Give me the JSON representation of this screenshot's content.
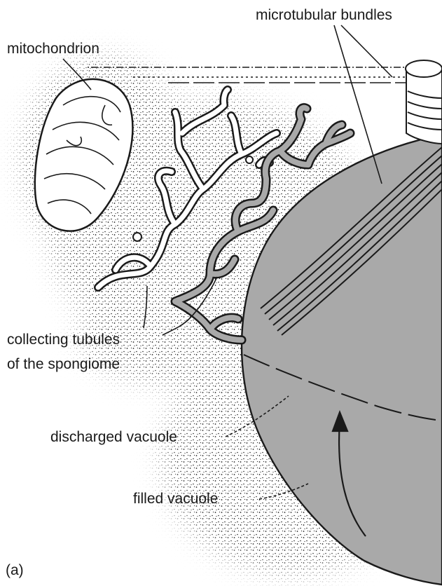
{
  "figure": {
    "panel_label": "(a)",
    "labels": {
      "microtubular_bundles": "microtubular bundles",
      "mitochondrion": "mitochondrion",
      "collecting_tubules_line1": "collecting tubules",
      "collecting_tubules_line2": "of the spongiome",
      "discharged_vacuole": "discharged vacuole",
      "filled_vacuole": "filled vacuole"
    },
    "colors": {
      "vacuole_fill": "#a9a9a9",
      "ink": "#1a1a1a",
      "background": "#ffffff"
    }
  }
}
